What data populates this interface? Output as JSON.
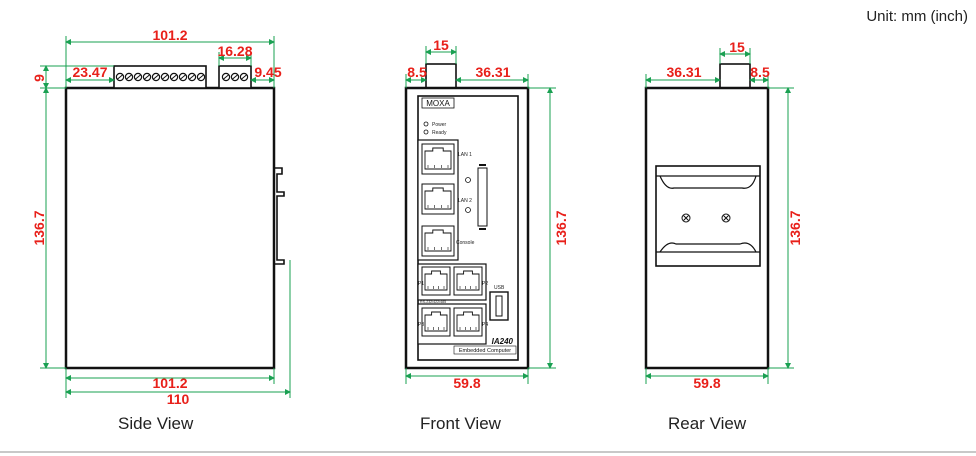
{
  "unit_label": "Unit: mm (inch)",
  "views": {
    "side": {
      "caption": "Side View",
      "dims": {
        "width_top": "101.2",
        "terminal_width": "16.28",
        "left_offset": "23.47",
        "right_offset": "9.45",
        "top_offset": "9",
        "height": "136.7",
        "width_bottom": "101.2",
        "depth_total": "110"
      }
    },
    "front": {
      "caption": "Front View",
      "dims": {
        "antenna_width": "15",
        "left_offset": "8.5",
        "right_offset": "36.31",
        "height": "136.7",
        "width": "59.8"
      },
      "labels": {
        "brand": "MOXA",
        "power": "Power",
        "ready": "Ready",
        "lan1": "LAN 1",
        "lan2": "LAN 2",
        "console": "Console",
        "usb": "USB",
        "p1": "P1",
        "p2": "P2",
        "p3": "P3",
        "p4": "P4",
        "serial": "RS-232/422/485",
        "model": "IA240",
        "subtitle": "Embedded Computer"
      }
    },
    "rear": {
      "caption": "Rear View",
      "dims": {
        "antenna_width": "15",
        "left_offset": "36.31",
        "right_offset": "8.5",
        "height": "136.7",
        "width": "59.8"
      }
    }
  },
  "colors": {
    "dimension_text": "#e8201a",
    "dimension_line": "#1aa052",
    "outline": "#111111"
  }
}
